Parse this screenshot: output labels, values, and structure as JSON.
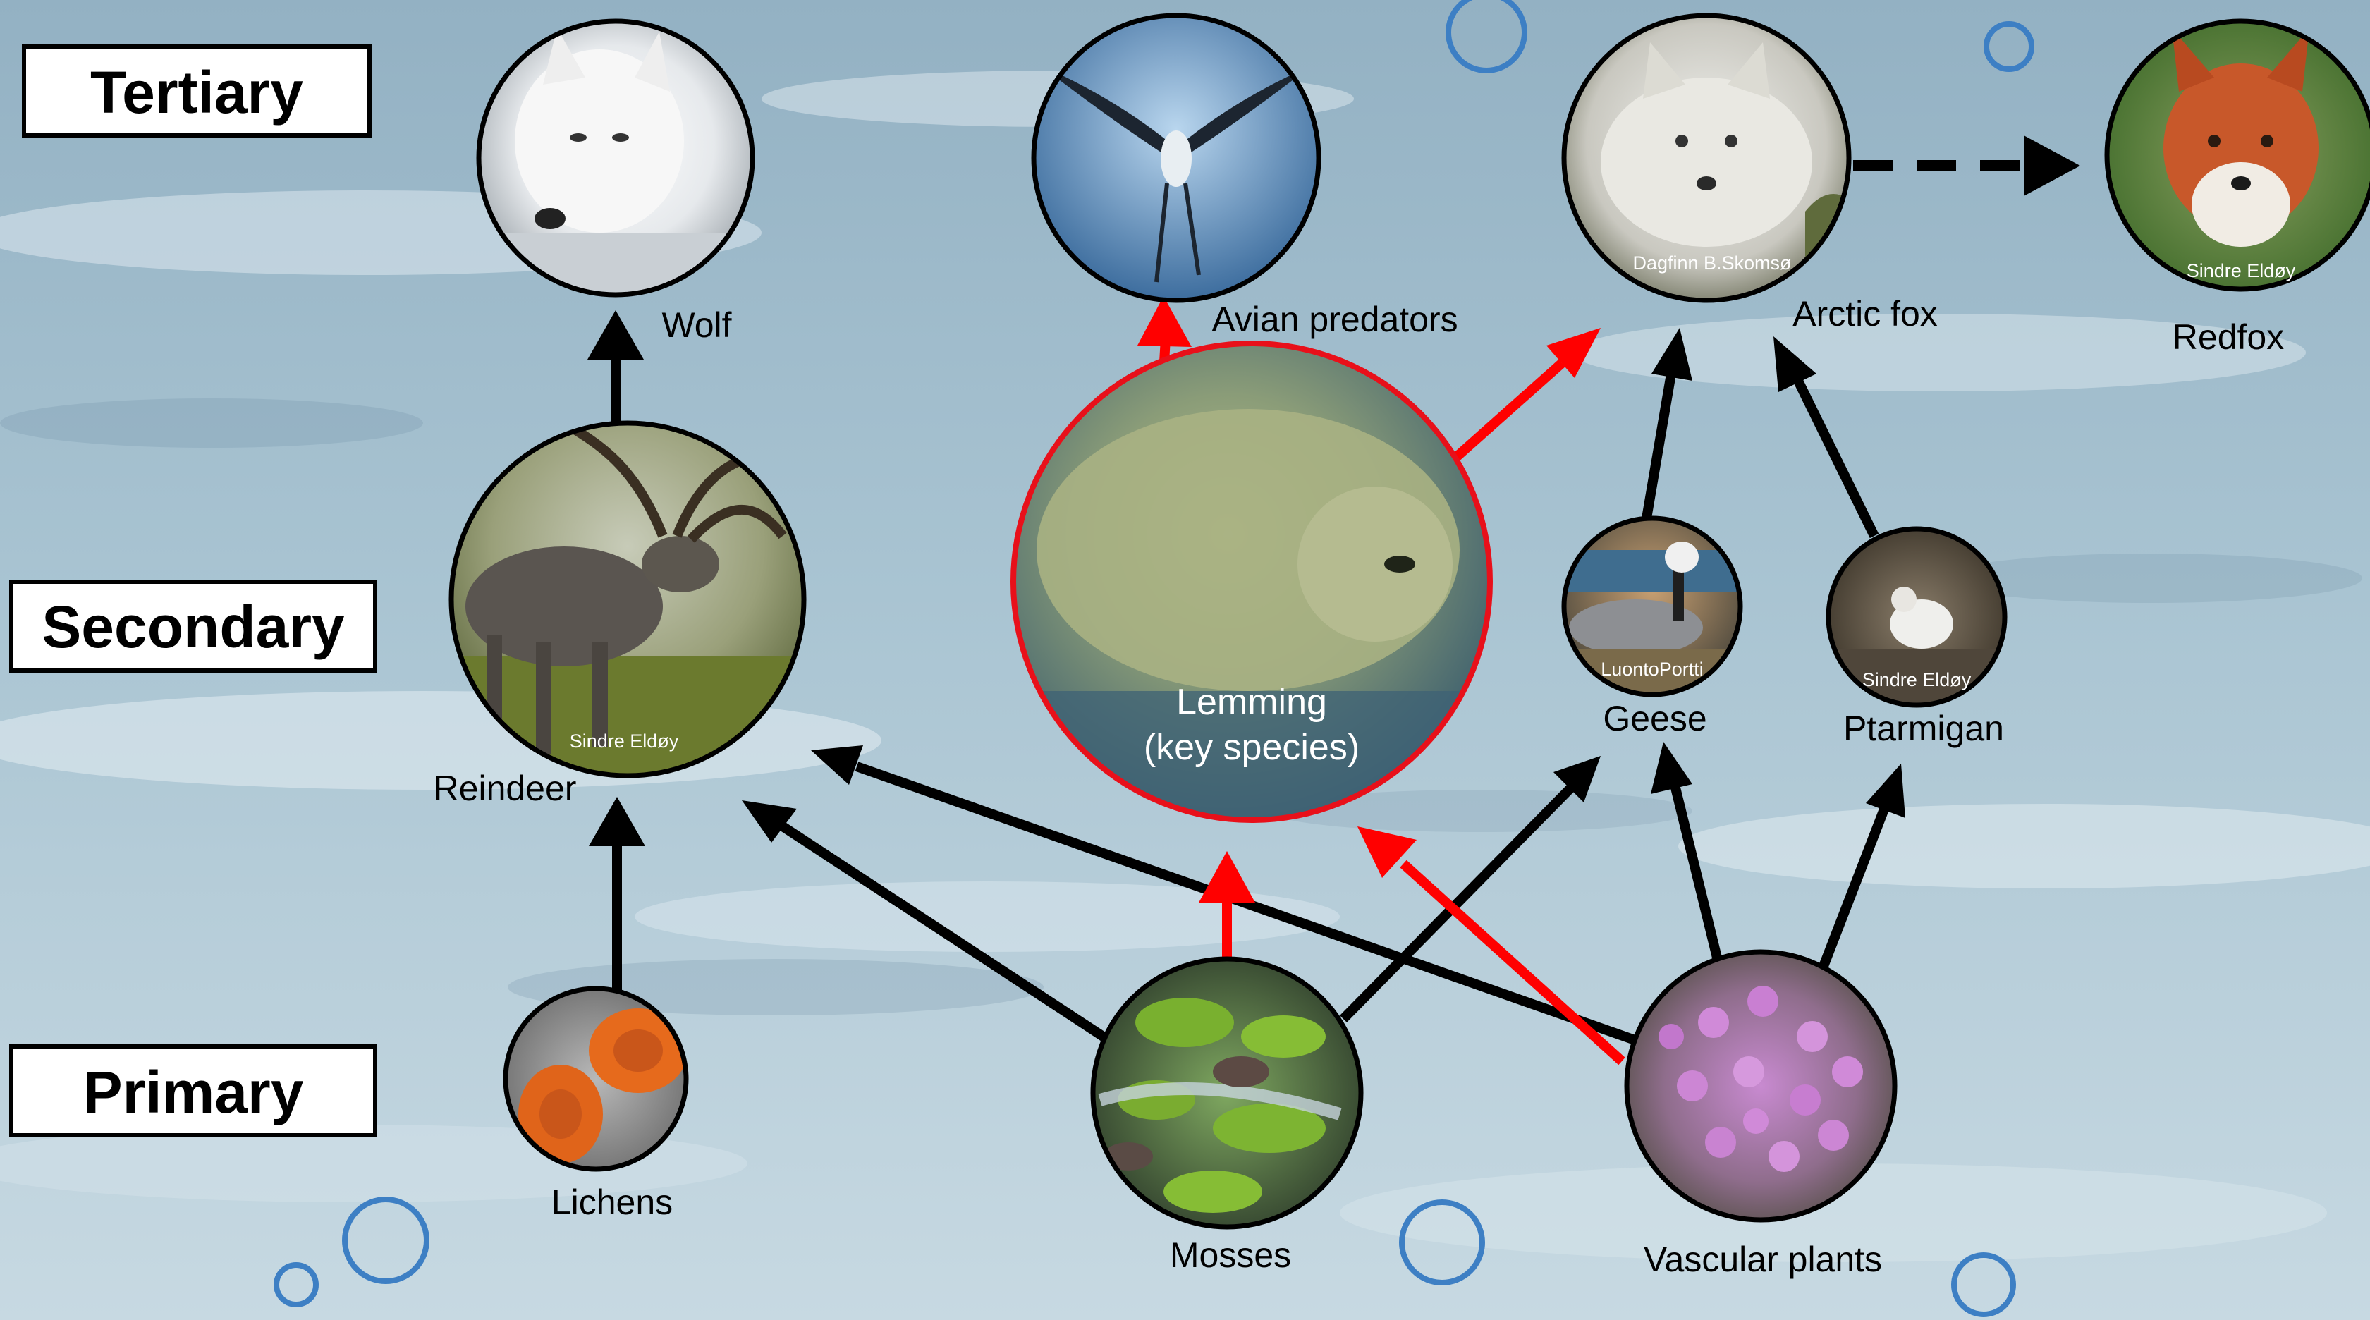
{
  "levels": {
    "tertiary": "Tertiary",
    "secondary": "Secondary",
    "primary": "Primary"
  },
  "nodes": {
    "wolf": "Wolf",
    "avian": "Avian predators",
    "arctic_fox": "Arctic fox",
    "redfox": "Redfox",
    "reindeer": "Reindeer",
    "lemming_line1": "Lemming",
    "lemming_line2": "(key species)",
    "geese": "Geese",
    "ptarmigan": "Ptarmigan",
    "lichens": "Lichens",
    "mosses": "Mosses",
    "vascular": "Vascular plants"
  },
  "credits": {
    "arctic_fox": "Dagfinn B.Skomsø",
    "redfox": "Sindre Eldøy",
    "reindeer": "Sindre Eldøy",
    "geese": "LuontoPortti",
    "ptarmigan": "Sindre Eldøy"
  },
  "colors": {
    "feeding_arrow": "#000000",
    "lemming_arrow": "#ff0000",
    "lemming_ring": "#e8101a",
    "bubble": "#3d7fc4"
  }
}
